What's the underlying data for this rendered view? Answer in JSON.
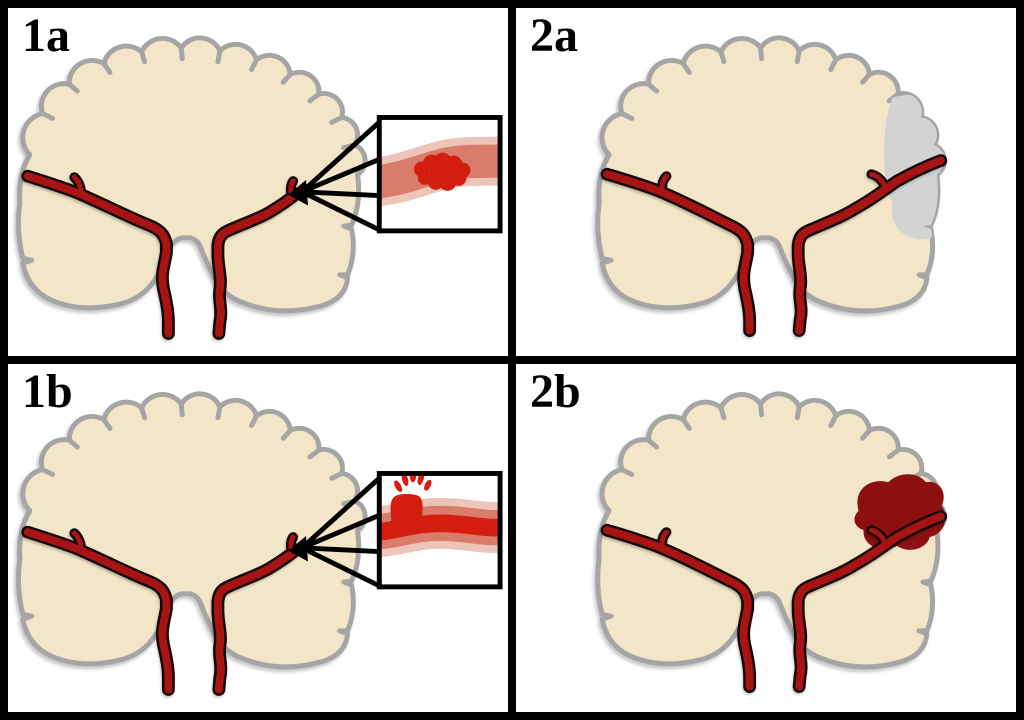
{
  "panels": [
    {
      "label": "1a",
      "graphic": "brain-artery-occlusion-with-clot-inset"
    },
    {
      "label": "2a",
      "graphic": "brain-ischemic-territory"
    },
    {
      "label": "1b",
      "graphic": "brain-artery-rupture-with-inset"
    },
    {
      "label": "2b",
      "graphic": "brain-hemorrhage"
    }
  ],
  "colors": {
    "background": "#ffffff",
    "frame": "#000000",
    "label_color": "#000000",
    "brain_fill": "#f3e5c8",
    "brain_outline": "#a5a5a5",
    "artery": "#a81414",
    "artery_outline": "#140808",
    "ischemic_gray": "#d3d3d3",
    "hemorrhage": "#8c1010",
    "vessel_wall": "#edc4b8",
    "vessel_lumen": "#d97c6b",
    "blood": "#d41e10"
  },
  "graphics": {
    "brain": "brain-coronal-outline",
    "arteries": "cerebral-artery-tree",
    "inset_1a": "magnified-vessel-with-clot",
    "inset_1b": "magnified-vessel-rupture-spray",
    "overlay_2a": "gray-infarct-region",
    "overlay_2b": "dark-red-bleed-region"
  }
}
